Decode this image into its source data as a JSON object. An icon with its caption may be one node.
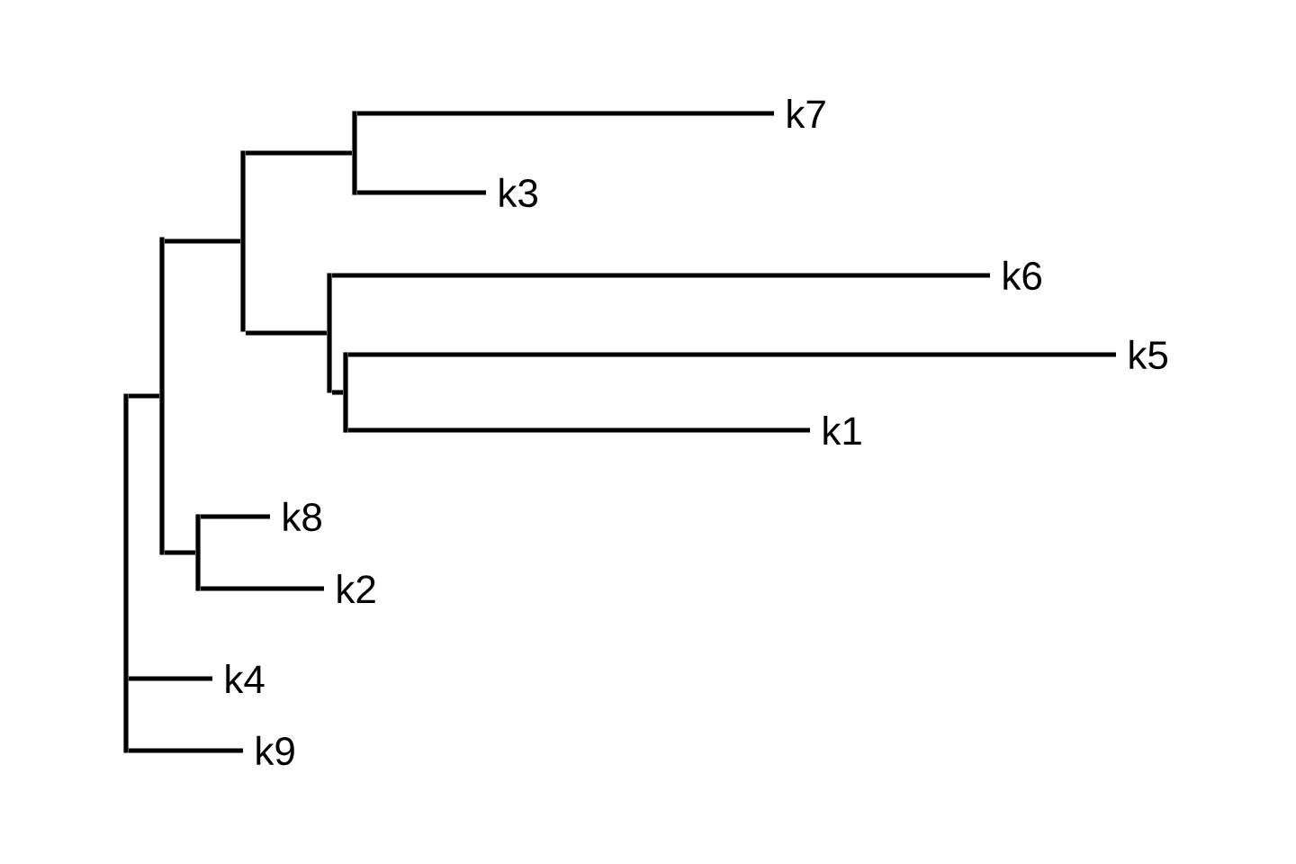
{
  "diagram": {
    "nodes": [
      {
        "text": [],
        "shape": "bar"
      },
      {
        "text": [],
        "shape": "bar"
      },
      {
        "text": [],
        "shape": "bar"
      },
      {
        "text": [],
        "shape": "bar"
      },
      {
        "text": [
          "k7"
        ]
      },
      {
        "text": [
          "k3"
        ]
      },
      {
        "text": [],
        "shape": "bar"
      },
      {
        "text": [
          "k6"
        ]
      },
      {
        "text": [],
        "shape": "bar"
      },
      {
        "text": [
          "k5"
        ]
      },
      {
        "text": [
          "k1"
        ]
      },
      {
        "text": [],
        "shape": "bar"
      },
      {
        "text": [
          "k8"
        ]
      },
      {
        "text": [
          "k2"
        ]
      },
      {
        "text": [
          "k4"
        ]
      },
      {
        "text": [
          "k9"
        ]
      }
    ],
    "edges": [
      {
        "from": 0,
        "to": 1,
        "arrow": "none"
      },
      {
        "from": 1,
        "to": 2,
        "arrow": "none"
      },
      {
        "from": 2,
        "to": 3,
        "arrow": "none"
      },
      {
        "from": 3,
        "to": 4,
        "arrow": "none"
      },
      {
        "from": 3,
        "to": 5,
        "arrow": "none"
      },
      {
        "from": 2,
        "to": 6,
        "arrow": "none"
      },
      {
        "from": 6,
        "to": 7,
        "arrow": "none"
      },
      {
        "from": 6,
        "to": 8,
        "arrow": "none"
      },
      {
        "from": 8,
        "to": 9,
        "arrow": "none"
      },
      {
        "from": 8,
        "to": 10,
        "arrow": "none"
      },
      {
        "from": 1,
        "to": 11,
        "arrow": "none"
      },
      {
        "from": 11,
        "to": 12,
        "arrow": "none"
      },
      {
        "from": 11,
        "to": 13,
        "arrow": "none"
      },
      {
        "from": 0,
        "to": 14,
        "arrow": "none"
      },
      {
        "from": 0,
        "to": 15,
        "arrow": "none"
      }
    ]
  }
}
